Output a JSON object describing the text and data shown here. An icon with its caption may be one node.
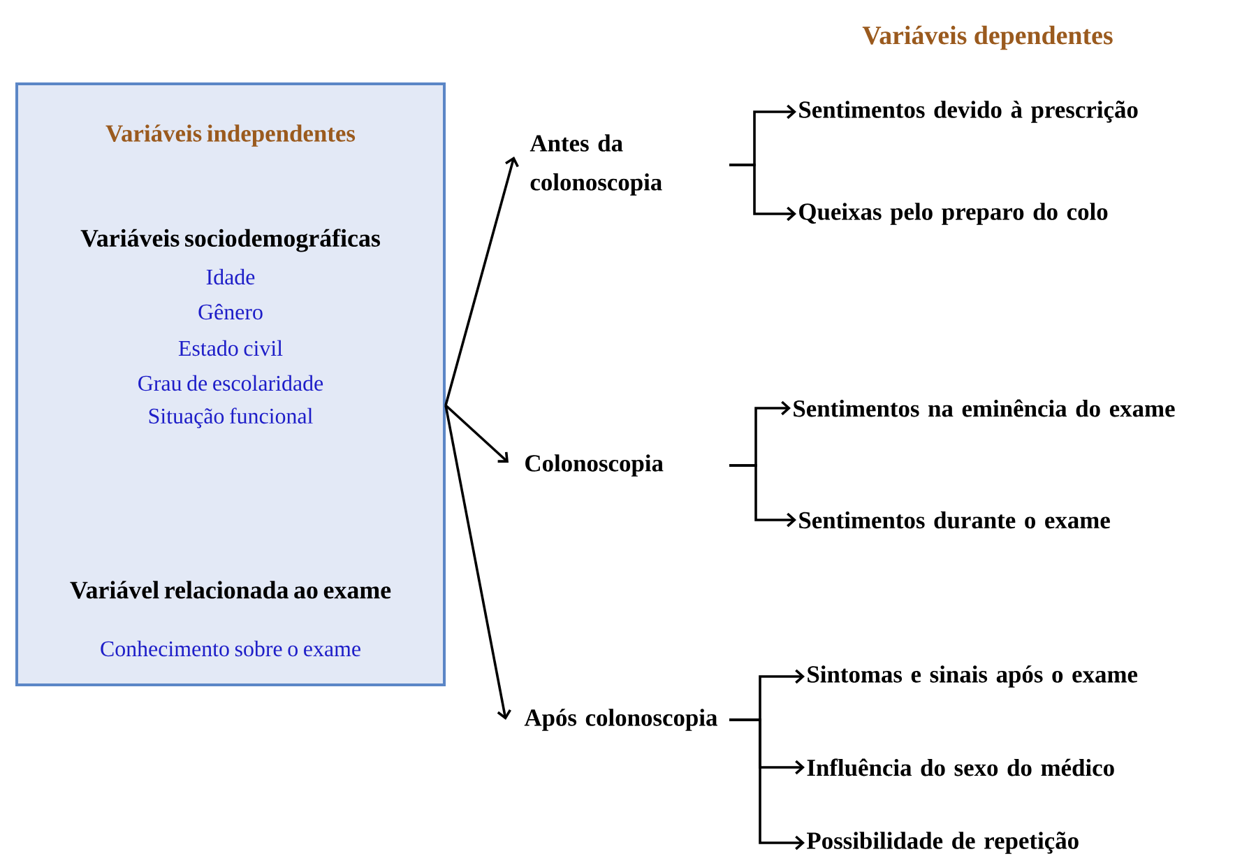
{
  "diagram": {
    "nodes": [
      {
        "text": [
          "Variáveis independentes",
          "Variáveis sociodemográficas",
          "Idade",
          "Gênero",
          "Estado civil",
          "Grau de escolaridade",
          "Situação funcional",
          "Variável relacionada ao exame",
          "Conhecimento sobre o exame"
        ]
      },
      {
        "text": [
          "Antes da colonoscopia"
        ]
      },
      {
        "text": [
          "Colonoscopia"
        ]
      },
      {
        "text": [
          "Após colonoscopia"
        ]
      },
      {
        "text": [
          "Sentimentos devido à prescrição"
        ]
      },
      {
        "text": [
          "Queixas pelo preparo do colo"
        ]
      },
      {
        "text": [
          "Sentimentos na eminência do exame"
        ]
      },
      {
        "text": [
          "Sentimentos durante o exame"
        ]
      },
      {
        "text": [
          "Sintomas e sinais após o exame"
        ]
      },
      {
        "text": [
          "Influência do sexo do médico"
        ]
      },
      {
        "text": [
          "Possibilidade de repetição"
        ]
      }
    ],
    "edges": [
      {
        "from": 0,
        "to": 1,
        "arrow": "to"
      },
      {
        "from": 0,
        "to": 2,
        "arrow": "to"
      },
      {
        "from": 0,
        "to": 3,
        "arrow": "to"
      },
      {
        "from": 1,
        "to": 4,
        "arrow": "to"
      },
      {
        "from": 1,
        "to": 5,
        "arrow": "to"
      },
      {
        "from": 2,
        "to": 6,
        "arrow": "to"
      },
      {
        "from": 2,
        "to": 7,
        "arrow": "to"
      },
      {
        "from": 3,
        "to": 8,
        "arrow": "to"
      },
      {
        "from": 3,
        "to": 9,
        "arrow": "to"
      },
      {
        "from": 3,
        "to": 10,
        "arrow": "to"
      }
    ],
    "labels": [
      "Variáveis dependentes"
    ]
  }
}
